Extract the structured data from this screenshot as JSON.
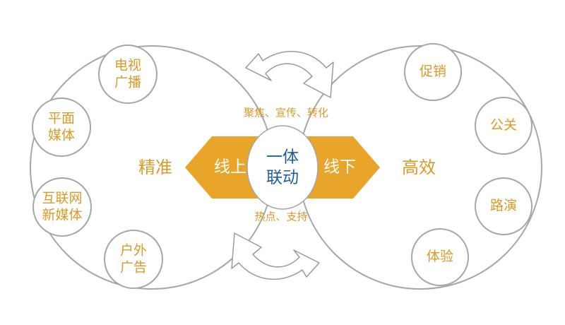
{
  "left": {
    "main_label": "精准",
    "nodes": [
      {
        "line1": "电视",
        "line2": "广播"
      },
      {
        "line1": "平面",
        "line2": "媒体"
      },
      {
        "line1": "互联网",
        "line2": "新媒体"
      },
      {
        "line1": "户外",
        "line2": "广告"
      }
    ]
  },
  "right": {
    "main_label": "高效",
    "nodes": [
      {
        "line1": "促销"
      },
      {
        "line1": "公关"
      },
      {
        "line1": "路演"
      },
      {
        "line1": "体验"
      }
    ]
  },
  "center": {
    "online": "线上",
    "offline": "线下",
    "core_line1": "一体",
    "core_line2": "联动",
    "top_caption": "聚焦、宣传、转化",
    "bottom_caption": "热点、支持"
  },
  "colors": {
    "accent": "#e9a52a",
    "text_orange": "#d99a28",
    "text_blue": "#1f5e9c",
    "line_gray": "#a6a6a6"
  }
}
